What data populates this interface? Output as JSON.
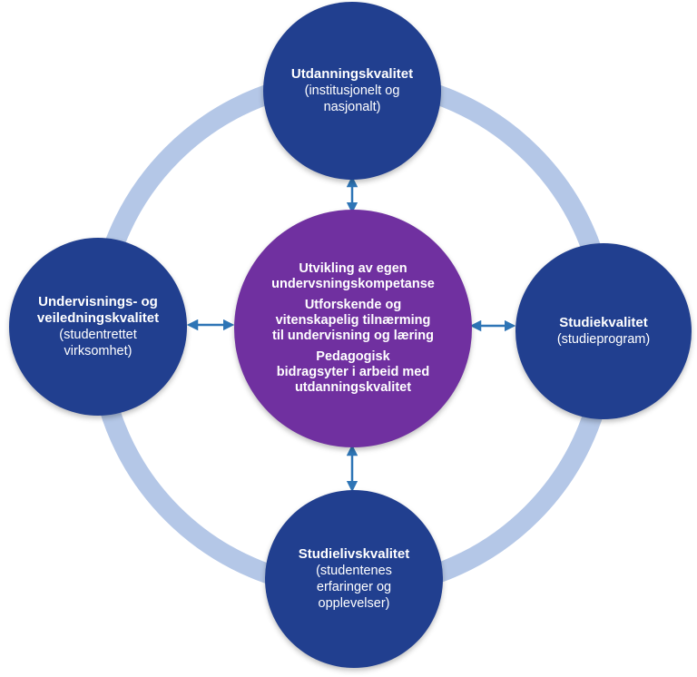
{
  "colors": {
    "ring": "#b4c7e7",
    "outer_node": "#213f8f",
    "center_node": "#7030a0",
    "arrow": "#2e75b6",
    "text": "#ffffff"
  },
  "nodes": {
    "top": {
      "title": "Utdanningskvalitet",
      "sub_lines": [
        "(institusjonelt og",
        "nasjonalt)"
      ]
    },
    "right": {
      "title": "Studiekvalitet",
      "sub_lines": [
        "(studieprogram)"
      ]
    },
    "bottom": {
      "title": "Studielivskvalitet",
      "sub_lines": [
        "(studentenes",
        "erfaringer og",
        "opplevelser)"
      ]
    },
    "left": {
      "title_lines": [
        "Undervisnings- og",
        "veiledningskvalitet"
      ],
      "sub_lines": [
        "(studentrettet",
        "virksomhet)"
      ]
    },
    "center": {
      "items": [
        {
          "lines": [
            "Utvikling av egen",
            "undervsningskompetanse"
          ]
        },
        {
          "lines": [
            "Utforskende og",
            "vitenskapelig tilnærming",
            "til undervisning og læring"
          ]
        },
        {
          "lines": [
            "Pedagogisk",
            "bidragsyter i arbeid med",
            "utdanningskvalitet"
          ]
        }
      ]
    }
  },
  "connectors": {
    "style": "double-headed-arrow",
    "links": [
      "center-top",
      "center-right",
      "center-bottom",
      "center-left"
    ]
  }
}
